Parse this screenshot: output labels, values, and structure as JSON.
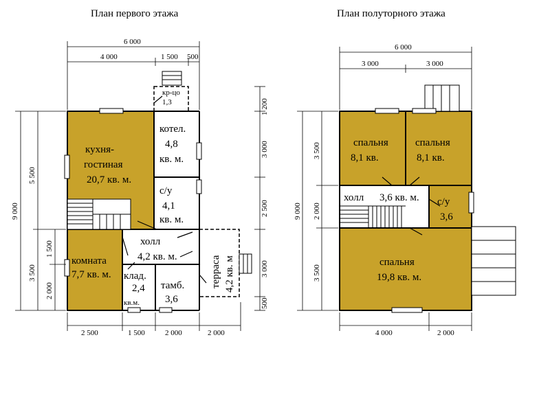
{
  "titles": {
    "first_floor": "План первого этажа",
    "attic_floor": "План полуторного этажа"
  },
  "colors": {
    "room_fill": "#c8a22a",
    "wall": "#000000",
    "background": "#ffffff"
  },
  "first_floor": {
    "dims": {
      "top_total": "6 000",
      "top_left": "4 000",
      "top_mid": "1 500",
      "top_right": "500",
      "bottom_1": "2 500",
      "bottom_2": "1 500",
      "bottom_3": "2 000",
      "bottom_4": "2 000",
      "left_total": "9 000",
      "left_upper": "5 500",
      "left_lower": "3 500",
      "left_lower_a": "1 500",
      "left_lower_b": "2 000",
      "right_1": "1 200",
      "right_2": "3 000",
      "right_3": "2 500",
      "right_4": "3 000",
      "right_5": "500"
    },
    "rooms": {
      "porch": [
        "кр-цо",
        "1,3"
      ],
      "boiler": [
        "котел.",
        "4,8",
        "кв. м."
      ],
      "kitchen": [
        "кухня-",
        "гостиная",
        "20,7 кв. м."
      ],
      "bath": [
        "с/у",
        "4,1",
        "кв. м."
      ],
      "hall": [
        "холл",
        "4,2 кв. м."
      ],
      "room": [
        "комната",
        "7,7 кв. м."
      ],
      "pantry": [
        "клад.",
        "2,4",
        "кв.м."
      ],
      "vestibule": [
        "тамб.",
        "3,6"
      ],
      "terrace": "терраса",
      "terrace_area": "4,2 кв. м"
    }
  },
  "attic_floor": {
    "dims": {
      "top_total": "6 000",
      "top_left": "3 000",
      "top_right": "3 000",
      "bottom_left": "4 000",
      "bottom_right": "2 000",
      "left_total": "9 000",
      "left_1": "3 500",
      "left_2": "2 000",
      "left_3": "3 500"
    },
    "rooms": {
      "bedroom_1": [
        "спальня",
        "8,1 кв."
      ],
      "bedroom_2": [
        "спальня",
        "8,1 кв."
      ],
      "hall": [
        "холл",
        "3,6 кв. м."
      ],
      "bath": [
        "с/у",
        "3,6"
      ],
      "bedroom_3": [
        "спальня",
        "19,8 кв. м."
      ]
    }
  }
}
